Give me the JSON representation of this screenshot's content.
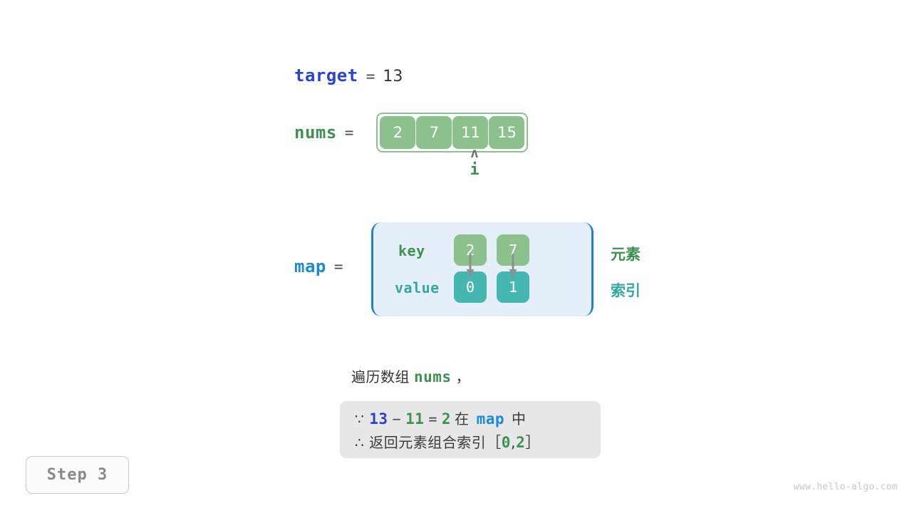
{
  "target": {
    "name": "target",
    "equals": "=",
    "value": "13"
  },
  "nums": {
    "name": "nums",
    "equals": "=",
    "cells": [
      "2",
      "7",
      "11",
      "15"
    ]
  },
  "pointer": {
    "caret": "ʌ",
    "label": "i",
    "index": 2
  },
  "map": {
    "name": "map",
    "equals": "=",
    "row_labels": {
      "key": "key",
      "value": "value"
    },
    "keys": [
      "2",
      "7"
    ],
    "values": [
      "0",
      "1"
    ],
    "annotations": {
      "element": "元素",
      "index": "索引"
    }
  },
  "description": {
    "prefix": "遍历数组",
    "code": "nums",
    "suffix": "，"
  },
  "conclusion": {
    "line1": {
      "symbol": "∵",
      "a": "13",
      "minus": "−",
      "b": "11",
      "eq": "=",
      "c": "2",
      "in": "在",
      "map": "map",
      "within": "中"
    },
    "line2": {
      "symbol": "∴",
      "text": "返回元素组合索引",
      "open": "［",
      "i0": "0",
      "comma": ",",
      "i1": "2",
      "close": "］"
    }
  },
  "step": {
    "label": "Step 3"
  },
  "watermark": {
    "text": "www.hello-algo.com"
  },
  "colors": {
    "green": "#8cc18e",
    "green_text": "#3e9152",
    "teal": "#45b7b0",
    "teal_text": "#35a8a0",
    "blue_var": "#2a43d0",
    "blue_map": "#1f8ad6",
    "map_border": "#1f7fd0",
    "map_bg": "#e4eff9",
    "box_bg": "#e7e7e7",
    "arrow_gray": "#8f8f8f"
  }
}
